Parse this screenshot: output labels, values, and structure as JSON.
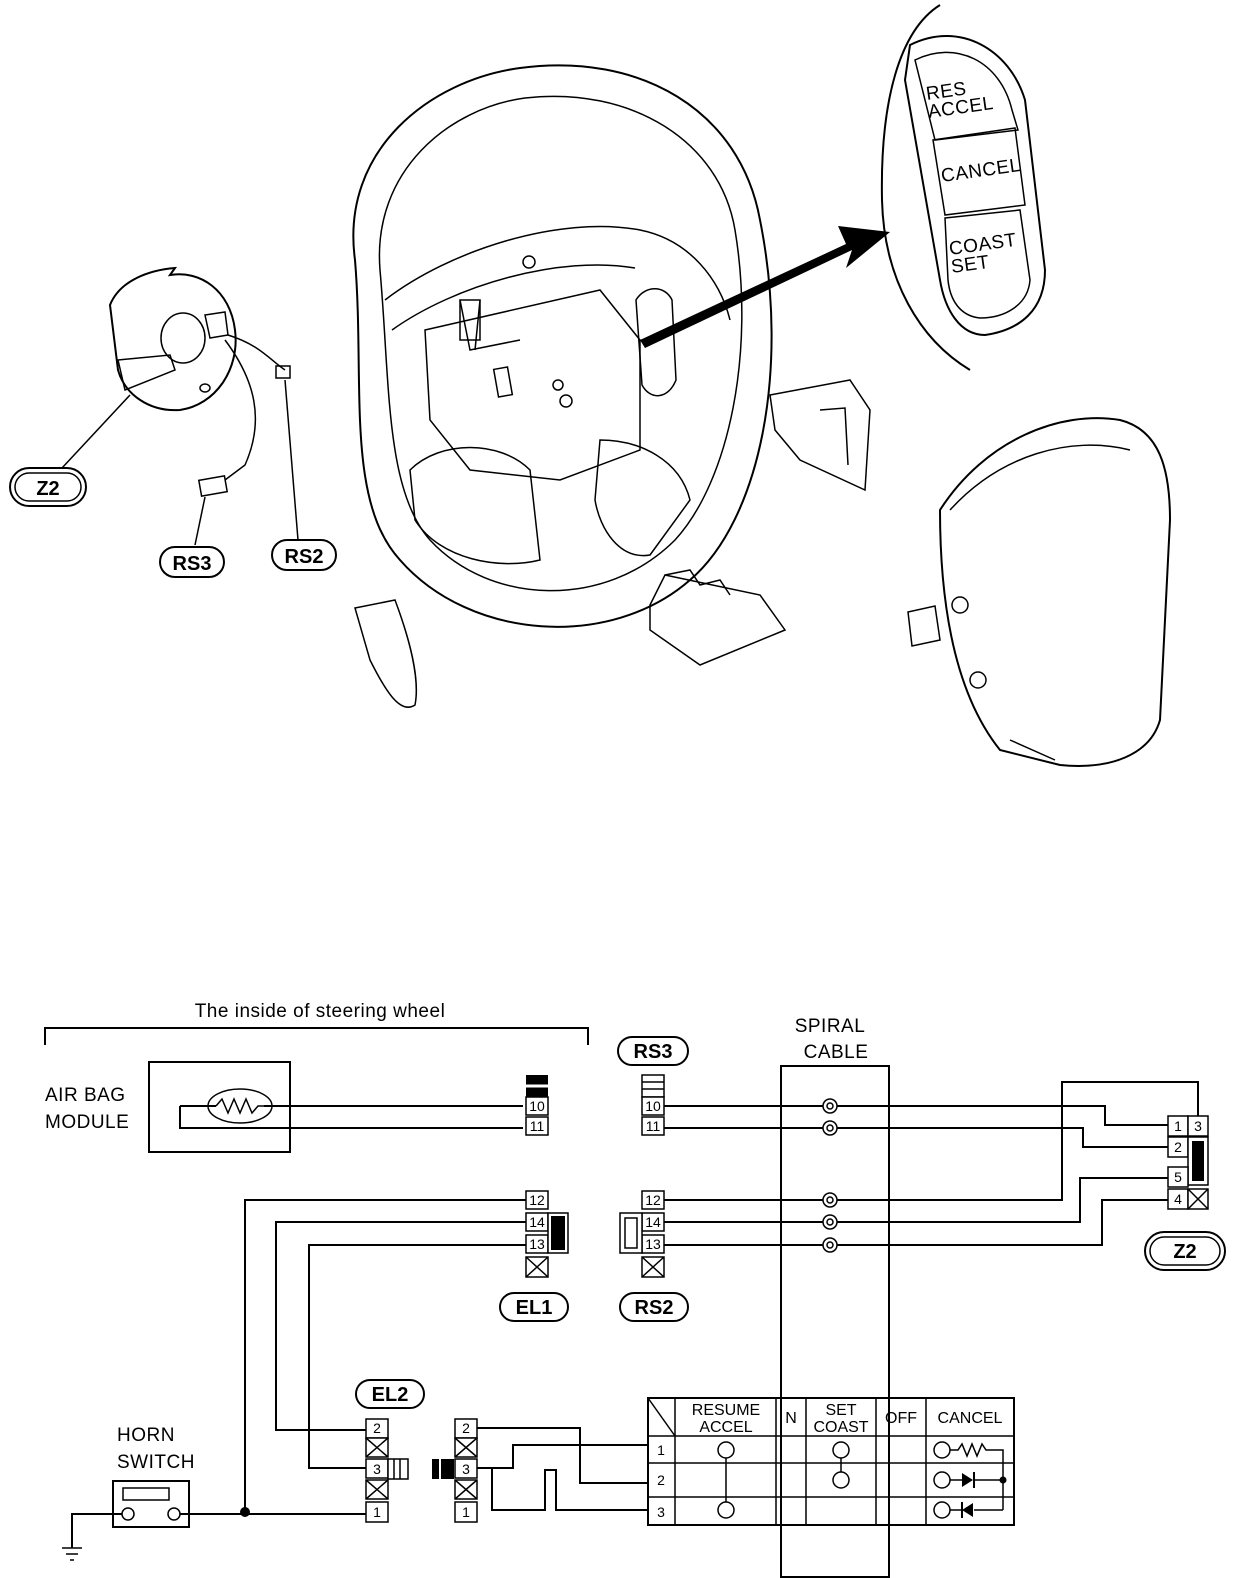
{
  "illustration": {
    "buttons": {
      "res_accel_line1": "RES",
      "res_accel_line2": "ACCEL",
      "cancel": "CANCEL",
      "coast_set_line1": "COAST",
      "coast_set_line2": "SET"
    },
    "connectors": {
      "z2": "Z2",
      "rs3": "RS3",
      "rs2": "RS2"
    }
  },
  "schematic": {
    "bracket_label": "The inside of steering wheel",
    "air_bag_module": [
      "AIR BAG",
      "MODULE"
    ],
    "spiral_cable": [
      "SPIRAL",
      "CABLE"
    ],
    "horn_switch": [
      "HORN",
      "SWITCH"
    ],
    "connectors": {
      "rs3": "RS3",
      "rs2": "RS2",
      "el1": "EL1",
      "el2": "EL2",
      "z2": "Z2"
    },
    "pins": {
      "el1_top": [
        "10",
        "11"
      ],
      "el1_bottom": [
        "12",
        "14",
        "13"
      ],
      "rs3": [
        "10",
        "11"
      ],
      "rs2": [
        "12",
        "14",
        "13"
      ],
      "z2": [
        "1",
        "3",
        "2",
        "5",
        "4"
      ],
      "el2_left": [
        "2",
        "3",
        "1"
      ],
      "el2_right": [
        "2",
        "3",
        "1"
      ]
    },
    "switch_table": {
      "headers": [
        "RESUME ACCEL",
        "N",
        "SET COAST",
        "OFF",
        "CANCEL"
      ],
      "header_lines": {
        "resume_1": "RESUME",
        "resume_2": "ACCEL",
        "set_1": "SET",
        "set_2": "COAST"
      },
      "rows": [
        "1",
        "2",
        "3"
      ]
    }
  }
}
